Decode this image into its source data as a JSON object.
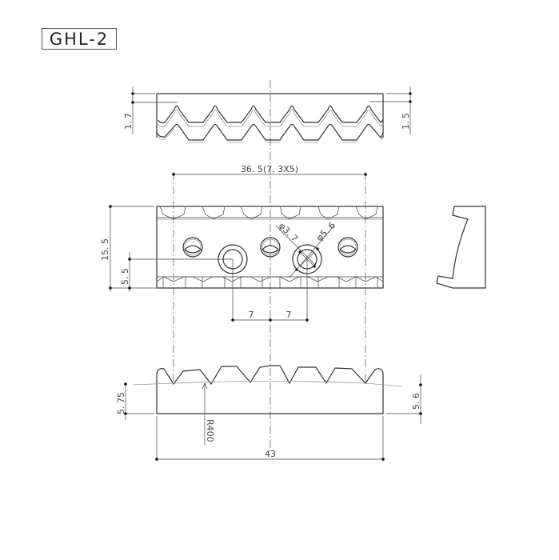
{
  "title": "GHL-2",
  "top_view": {
    "dim_left": "1. 7",
    "dim_right": "1. 5"
  },
  "front_view": {
    "dim_pitch": "36. 5(7. 3X5)",
    "dim_height": "15. 5",
    "dim_hole_height": "5. 5",
    "dim_hole_small": "φ3. 7",
    "dim_hole_large": "φ5. 6",
    "dim_offset_left": "7",
    "dim_offset_right": "7"
  },
  "bottom_view": {
    "dim_left_height": "5. 75",
    "dim_right_height": "5. 6",
    "dim_radius": "R400",
    "dim_width": "43"
  },
  "colors": {
    "line": "#333333",
    "text": "#444444",
    "background": "#ffffff"
  }
}
